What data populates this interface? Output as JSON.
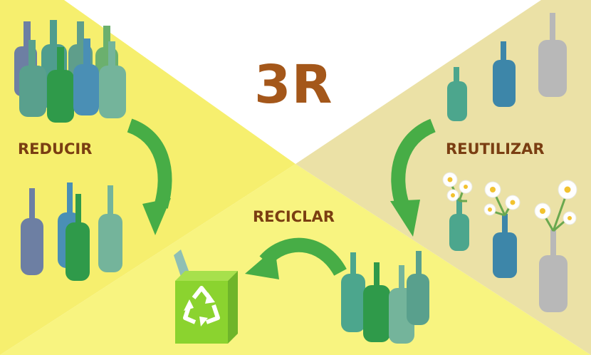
{
  "title": "3R",
  "labels": {
    "reducir": "REDUCIR",
    "reutilizar": "REUTILIZAR",
    "reciclar": "RECICLAR"
  },
  "colors": {
    "title": "#a4571a",
    "label": "#7a3e12",
    "region_left": "#f6ef6e",
    "region_bottom": "#f8f480",
    "region_right": "#ebe1a6",
    "arrow": "#47ad46",
    "bin": "#8bd32f",
    "recycle_symbol": "#ffffff"
  },
  "icons": {
    "arrows": [
      "curved-arrow-down-icon",
      "curved-arrow-down-icon",
      "curved-arrow-left-icon"
    ],
    "bin_symbol": "recycle-icon",
    "bottles": "glass-bottle-icon",
    "flowers": "daisy-icon"
  }
}
